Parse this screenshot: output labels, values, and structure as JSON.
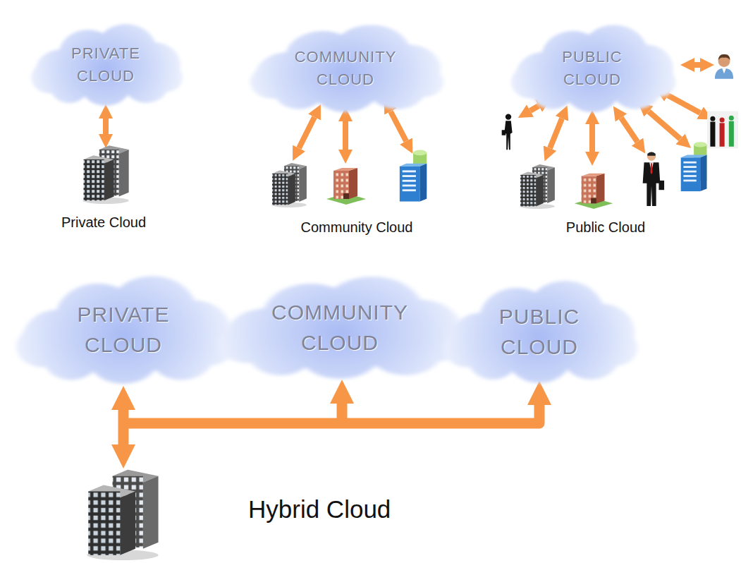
{
  "diagram": {
    "nodes": [
      {
        "text": [
          "PRIVATE CLOUD"
        ]
      },
      {
        "text": [
          "COMMUNITY CLOUD"
        ]
      },
      {
        "text": [
          "PUBLIC CLOUD"
        ]
      },
      {
        "text": [
          "PRIVATE CLOUD"
        ]
      },
      {
        "text": [
          "COMMUNITY CLOUD"
        ]
      },
      {
        "text": [
          "PUBLIC CLOUD"
        ]
      }
    ],
    "labels": [
      "Private Cloud",
      "Community Cloud",
      "Public Cloud",
      "Hybrid Cloud"
    ]
  }
}
